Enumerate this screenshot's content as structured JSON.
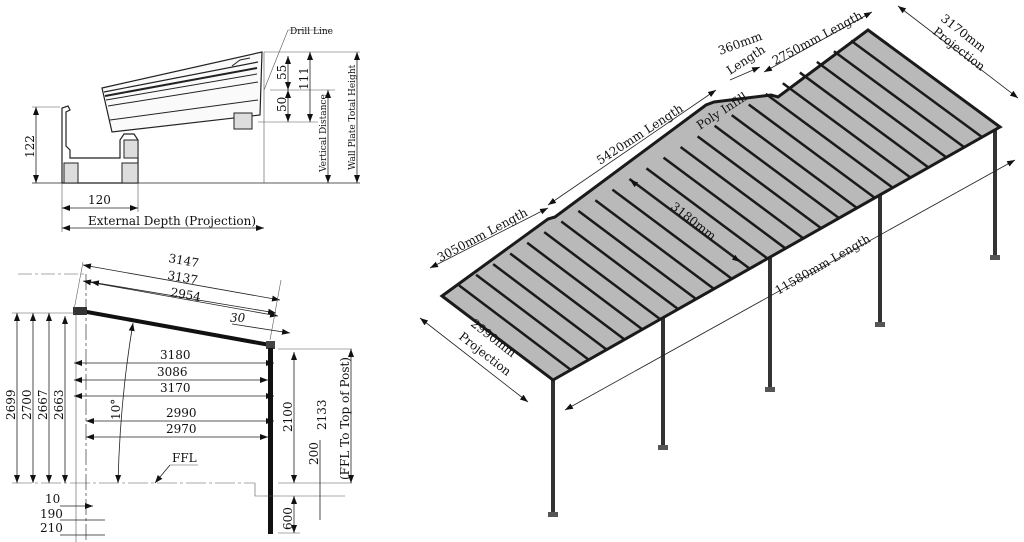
{
  "section_detail": {
    "drill_line": "Drill Line",
    "dim_55": "55",
    "dim_50": "50",
    "dim_111": "111",
    "dim_122": "122",
    "dim_120": "120",
    "vertical_distance": "Vertical Distance",
    "wall_plate_total_height": "Wall Plate Total Height",
    "external_depth": "External Depth (Projection)"
  },
  "elevation": {
    "slope_dims": [
      "3147",
      "3137",
      "2954"
    ],
    "dim_30": "30",
    "horizontal_dims": [
      "3180",
      "3086",
      "3170",
      "2990",
      "2970"
    ],
    "angle": "10°",
    "vertical_dims": [
      "2699",
      "2700",
      "2667",
      "2663"
    ],
    "post_height": "2100",
    "ffl_to_post": "2133",
    "ffl_to_post_label": "(FFL To Top of Post)",
    "dim_200": "200",
    "dim_600": "600",
    "ffl": "FFL",
    "bottom_dims": [
      "10",
      "190",
      "210"
    ]
  },
  "isometric": {
    "len_3050": "3050mm Length",
    "len_5420": "5420mm Length",
    "len_360_a": "360mm",
    "len_360_b": "Length",
    "len_2750": "2750mm Length",
    "proj_3170_a": "3170mm",
    "proj_3170_b": "Projection",
    "poly_infill": "Poly Infill",
    "rafter_3180": "3180mm",
    "len_11580": "11580mm Length",
    "proj_2990_a": "2990mm",
    "proj_2990_b": "Projection"
  },
  "colors": {
    "panel": "#b9b9b9",
    "frame": "#1a1a1a"
  }
}
